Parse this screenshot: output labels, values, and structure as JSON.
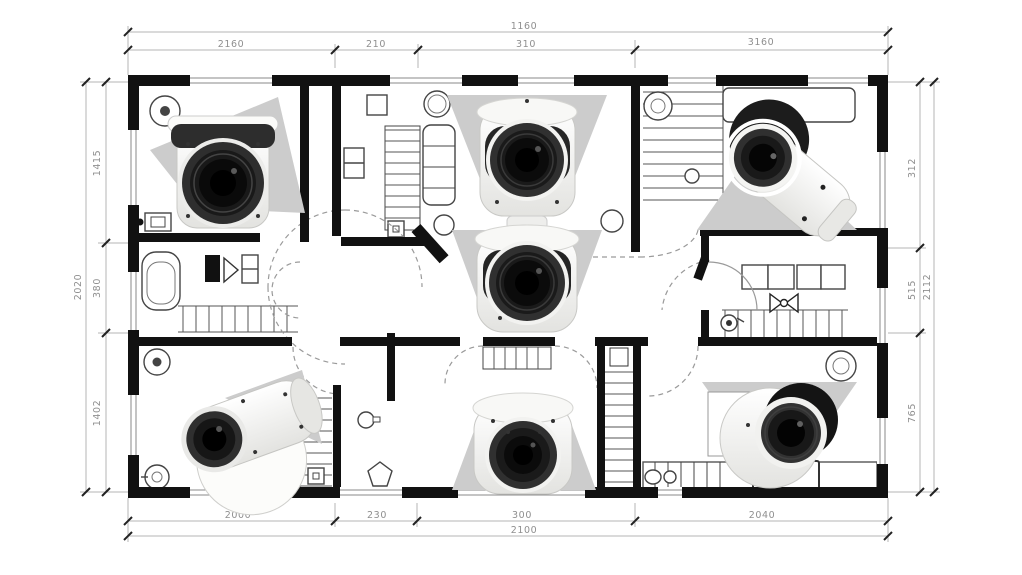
{
  "meta": {
    "title": "CCTV security camera placement floor plan",
    "drawing_type": "architectural-floor-plan"
  },
  "colors": {
    "background": "#ffffff",
    "wall": "#111111",
    "thin_line": "#555555",
    "dim_line": "#aaaaaa",
    "dim_text": "#8f8f8f",
    "view_cone": "#cccccc",
    "camera_body": "#f5f5f3",
    "lens": "#141414"
  },
  "dimensions": {
    "top": {
      "overall": "1160",
      "segments": [
        "2160",
        "210",
        "310",
        "3160"
      ]
    },
    "bottom": {
      "overall": "2100",
      "segments": [
        "2000",
        "230",
        "300",
        "2040"
      ]
    },
    "left": {
      "overall": "2020",
      "segments": [
        "1415",
        "380",
        "1402"
      ]
    },
    "right": {
      "overall": "2112",
      "segments": [
        "312",
        "515",
        "765"
      ]
    }
  },
  "cameras": [
    {
      "id": "camera-1",
      "type": "bullet-front",
      "location": "top-left-room"
    },
    {
      "id": "camera-2",
      "type": "turret",
      "location": "upper-hall"
    },
    {
      "id": "camera-3",
      "type": "bullet-angled",
      "location": "top-right-room"
    },
    {
      "id": "camera-4",
      "type": "turret",
      "location": "center-hall"
    },
    {
      "id": "camera-5",
      "type": "bullet-angled",
      "location": "bottom-left-room"
    },
    {
      "id": "camera-6",
      "type": "turret",
      "location": "bottom-hall"
    },
    {
      "id": "camera-7",
      "type": "eyeball",
      "location": "bottom-right-room"
    }
  ]
}
